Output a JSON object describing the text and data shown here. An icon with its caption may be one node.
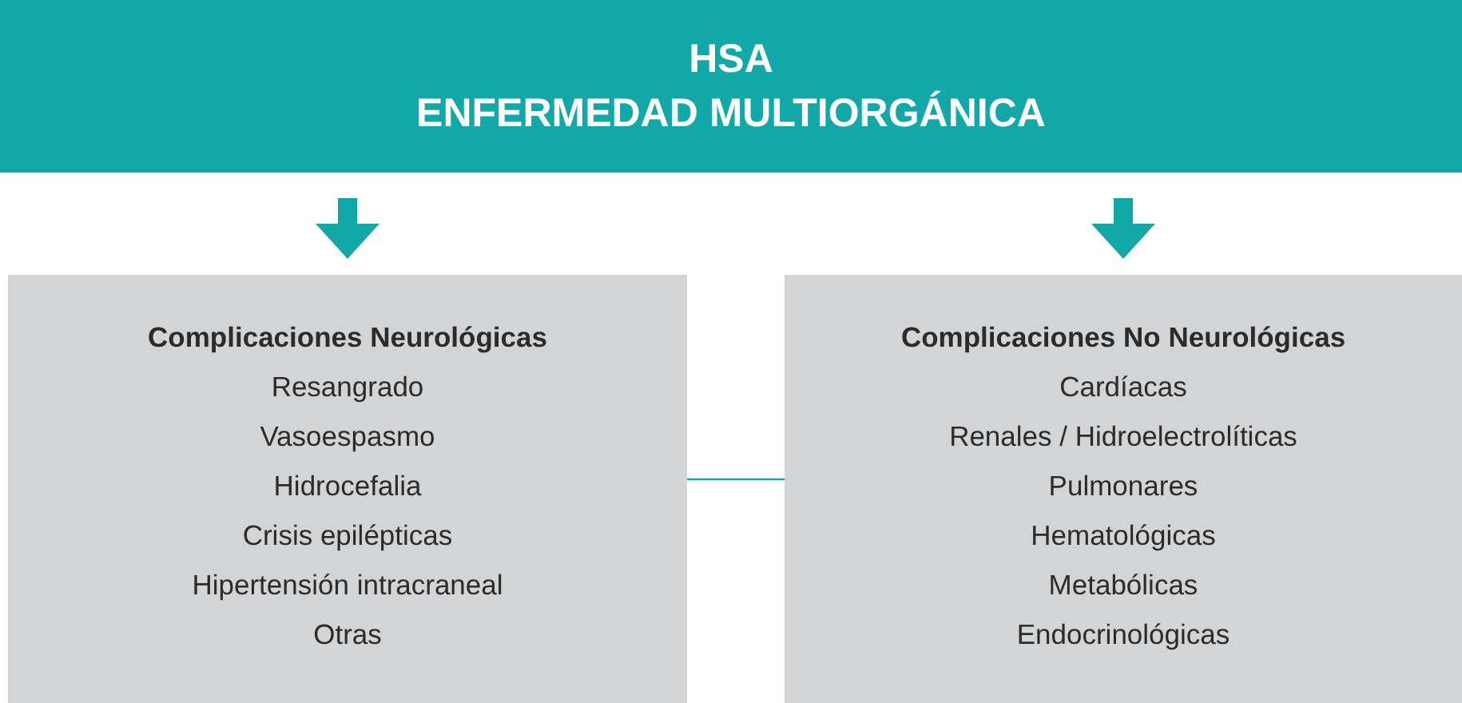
{
  "diagram": {
    "nodes": [
      {
        "text": [
          "HSA",
          "ENFERMEDAD MULTIORGÁNICA"
        ]
      },
      {
        "text": [
          "Complicaciones Neurológicas",
          "Resangrado",
          "Vasoespasmo",
          "Hidrocefalia",
          "Crisis epilépticas",
          "Hipertensión intracraneal",
          "Otras"
        ]
      },
      {
        "text": [
          "Complicaciones No Neurológicas",
          "Cardíacas",
          "Renales / Hidroelectrolíticas",
          "Pulmonares",
          "Hematológicas",
          "Metabólicas",
          "Endocrinológicas"
        ]
      }
    ],
    "edges": [
      {
        "from": 0,
        "to": 1,
        "arrow": "to",
        "style": "thick"
      },
      {
        "from": 0,
        "to": 2,
        "arrow": "to",
        "style": "thick"
      },
      {
        "from": 1,
        "to": 2,
        "arrow": "none"
      }
    ]
  }
}
